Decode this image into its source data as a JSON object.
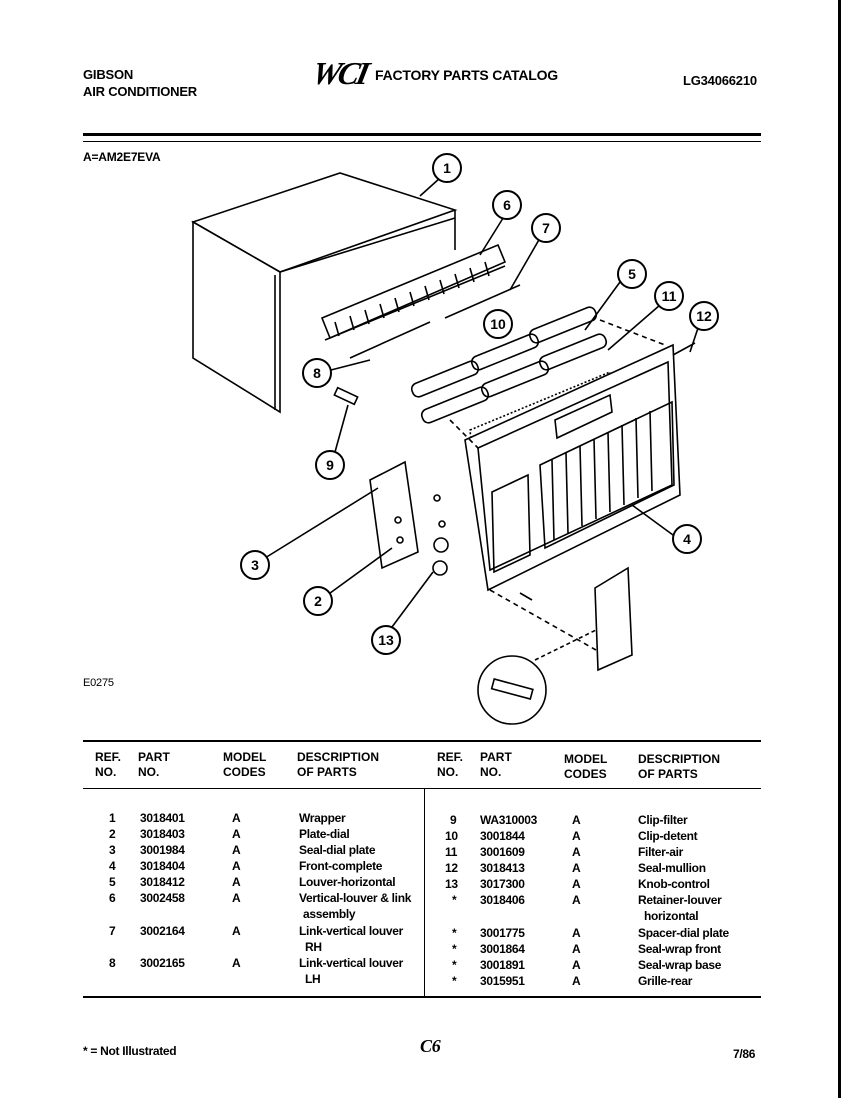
{
  "header": {
    "brand": "GIBSON",
    "product": "AIR CONDITIONER",
    "logo_text": "WCI",
    "catalog_title": "FACTORY PARTS CATALOG",
    "catalog_code": "LG34066210"
  },
  "model_line": "A=AM2E7EVA",
  "diagram": {
    "code": "E0275",
    "callouts": [
      "1",
      "2",
      "3",
      "4",
      "5",
      "6",
      "7",
      "8",
      "9",
      "10",
      "11",
      "12",
      "13"
    ]
  },
  "table": {
    "headers": {
      "ref_no": [
        "REF.",
        "NO."
      ],
      "part_no": [
        "PART",
        "NO."
      ],
      "model_codes": [
        "MODEL",
        "CODES"
      ],
      "description": [
        "DESCRIPTION",
        "OF PARTS"
      ]
    },
    "left_rows": [
      {
        "ref": "1",
        "part": "3018401",
        "code": "A",
        "desc": "Wrapper",
        "desc2": ""
      },
      {
        "ref": "2",
        "part": "3018403",
        "code": "A",
        "desc": "Plate-dial",
        "desc2": ""
      },
      {
        "ref": "3",
        "part": "3001984",
        "code": "A",
        "desc": "Seal-dial plate",
        "desc2": ""
      },
      {
        "ref": "4",
        "part": "3018404",
        "code": "A",
        "desc": "Front-complete",
        "desc2": ""
      },
      {
        "ref": "5",
        "part": "3018412",
        "code": "A",
        "desc": "Louver-horizontal",
        "desc2": ""
      },
      {
        "ref": "6",
        "part": "3002458",
        "code": "A",
        "desc": "Vertical-louver & link",
        "desc2": "assembly"
      },
      {
        "ref": "7",
        "part": "3002164",
        "code": "A",
        "desc": "Link-vertical louver",
        "desc2": "RH"
      },
      {
        "ref": "8",
        "part": "3002165",
        "code": "A",
        "desc": "Link-vertical louver",
        "desc2": "LH"
      }
    ],
    "right_rows": [
      {
        "ref": "9",
        "part": "WA310003",
        "code": "A",
        "desc": "Clip-filter",
        "desc2": ""
      },
      {
        "ref": "10",
        "part": "3001844",
        "code": "A",
        "desc": "Clip-detent",
        "desc2": ""
      },
      {
        "ref": "11",
        "part": "3001609",
        "code": "A",
        "desc": "Filter-air",
        "desc2": ""
      },
      {
        "ref": "12",
        "part": "3018413",
        "code": "A",
        "desc": "Seal-mullion",
        "desc2": ""
      },
      {
        "ref": "13",
        "part": "3017300",
        "code": "A",
        "desc": "Knob-control",
        "desc2": ""
      },
      {
        "ref": "*",
        "part": "3018406",
        "code": "A",
        "desc": "Retainer-louver",
        "desc2": "horizontal"
      },
      {
        "ref": "*",
        "part": "3001775",
        "code": "A",
        "desc": "Spacer-dial plate",
        "desc2": ""
      },
      {
        "ref": "*",
        "part": "3001864",
        "code": "A",
        "desc": "Seal-wrap front",
        "desc2": ""
      },
      {
        "ref": "*",
        "part": "3001891",
        "code": "A",
        "desc": "Seal-wrap base",
        "desc2": ""
      },
      {
        "ref": "*",
        "part": "3015951",
        "code": "A",
        "desc": "Grille-rear",
        "desc2": ""
      }
    ]
  },
  "footer": {
    "note": "* = Not Illustrated",
    "page": "C6",
    "date": "7/86"
  }
}
